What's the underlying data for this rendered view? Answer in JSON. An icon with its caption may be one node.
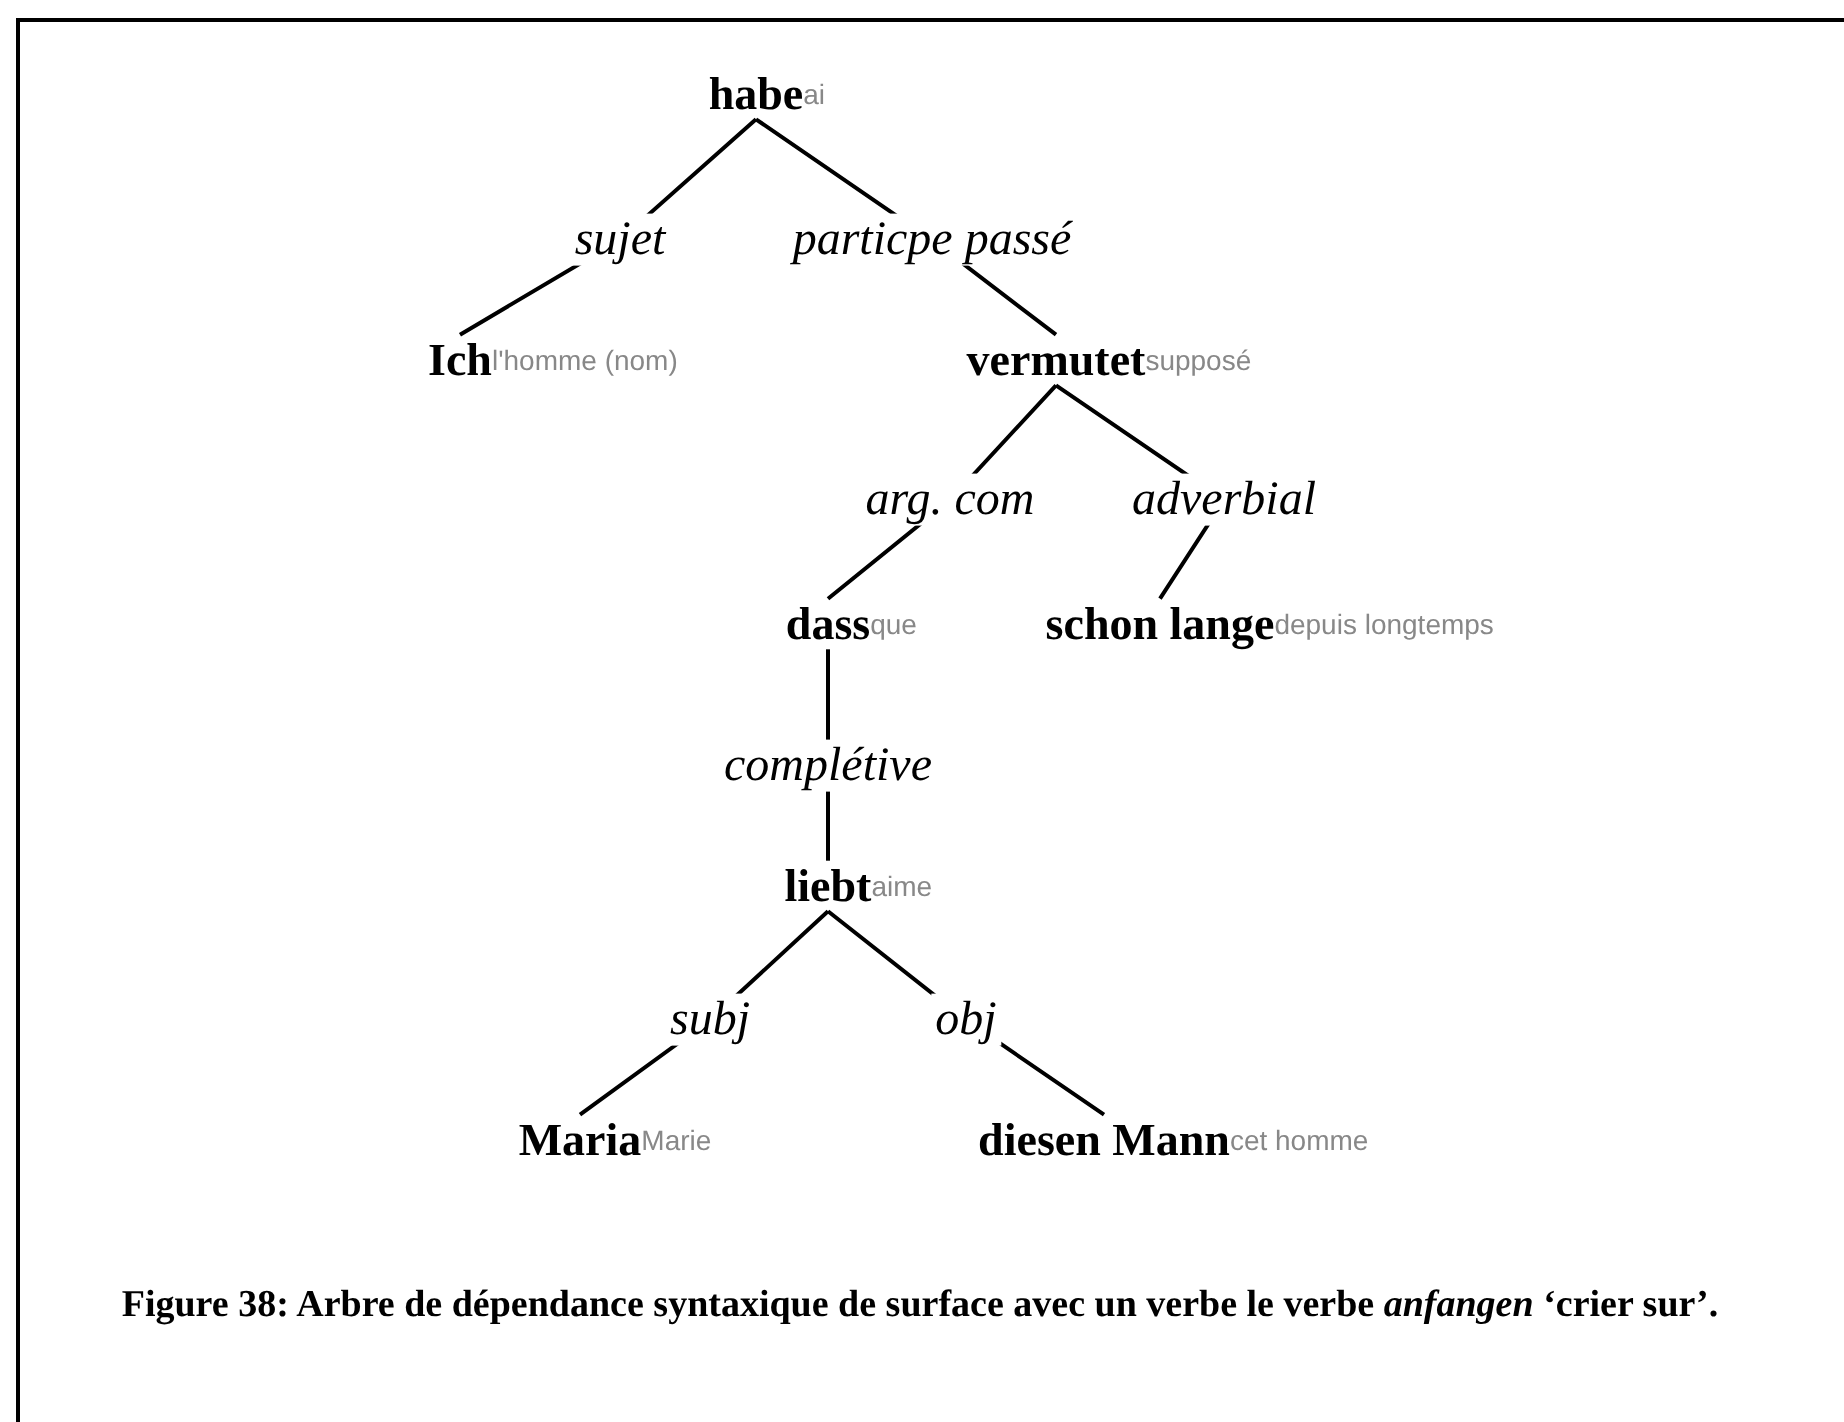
{
  "diagram": {
    "caption": "Figure 38: Arbre de dépendance syntaxique de surface avec un verbe le verbe *anfangen* ‘crier sur’.",
    "nodes": [
      {
        "text": [
          "habe"
        ],
        "beside": [
          "ai"
        ]
      },
      {
        "text": [
          "Ich"
        ],
        "beside": [
          "l'homme (nom)"
        ]
      },
      {
        "text": [
          "vermutet"
        ],
        "beside": [
          "supposé"
        ]
      },
      {
        "text": [
          "dass"
        ],
        "beside": [
          "que"
        ]
      },
      {
        "text": [
          "schon lange"
        ],
        "beside": [
          "depuis longtemps"
        ]
      },
      {
        "text": [
          "liebt"
        ],
        "beside": [
          "aime"
        ]
      },
      {
        "text": [
          "Maria"
        ],
        "beside": [
          "Marie"
        ]
      },
      {
        "text": [
          "diesen Mann"
        ],
        "beside": [
          "cet homme"
        ]
      }
    ],
    "edges": [
      {
        "from": 0,
        "to": 1,
        "arrow": "none",
        "label": "sujet"
      },
      {
        "from": 0,
        "to": 2,
        "arrow": "none",
        "label": "particpe passé"
      },
      {
        "from": 2,
        "to": 3,
        "arrow": "none",
        "label": "arg. com"
      },
      {
        "from": 2,
        "to": 4,
        "arrow": "none",
        "label": "adverbial"
      },
      {
        "from": 3,
        "to": 5,
        "arrow": "none",
        "label": "complétive"
      },
      {
        "from": 5,
        "to": 6,
        "arrow": "none",
        "label": "subj"
      },
      {
        "from": 5,
        "to": 7,
        "arrow": "none",
        "label": "obj"
      }
    ]
  }
}
